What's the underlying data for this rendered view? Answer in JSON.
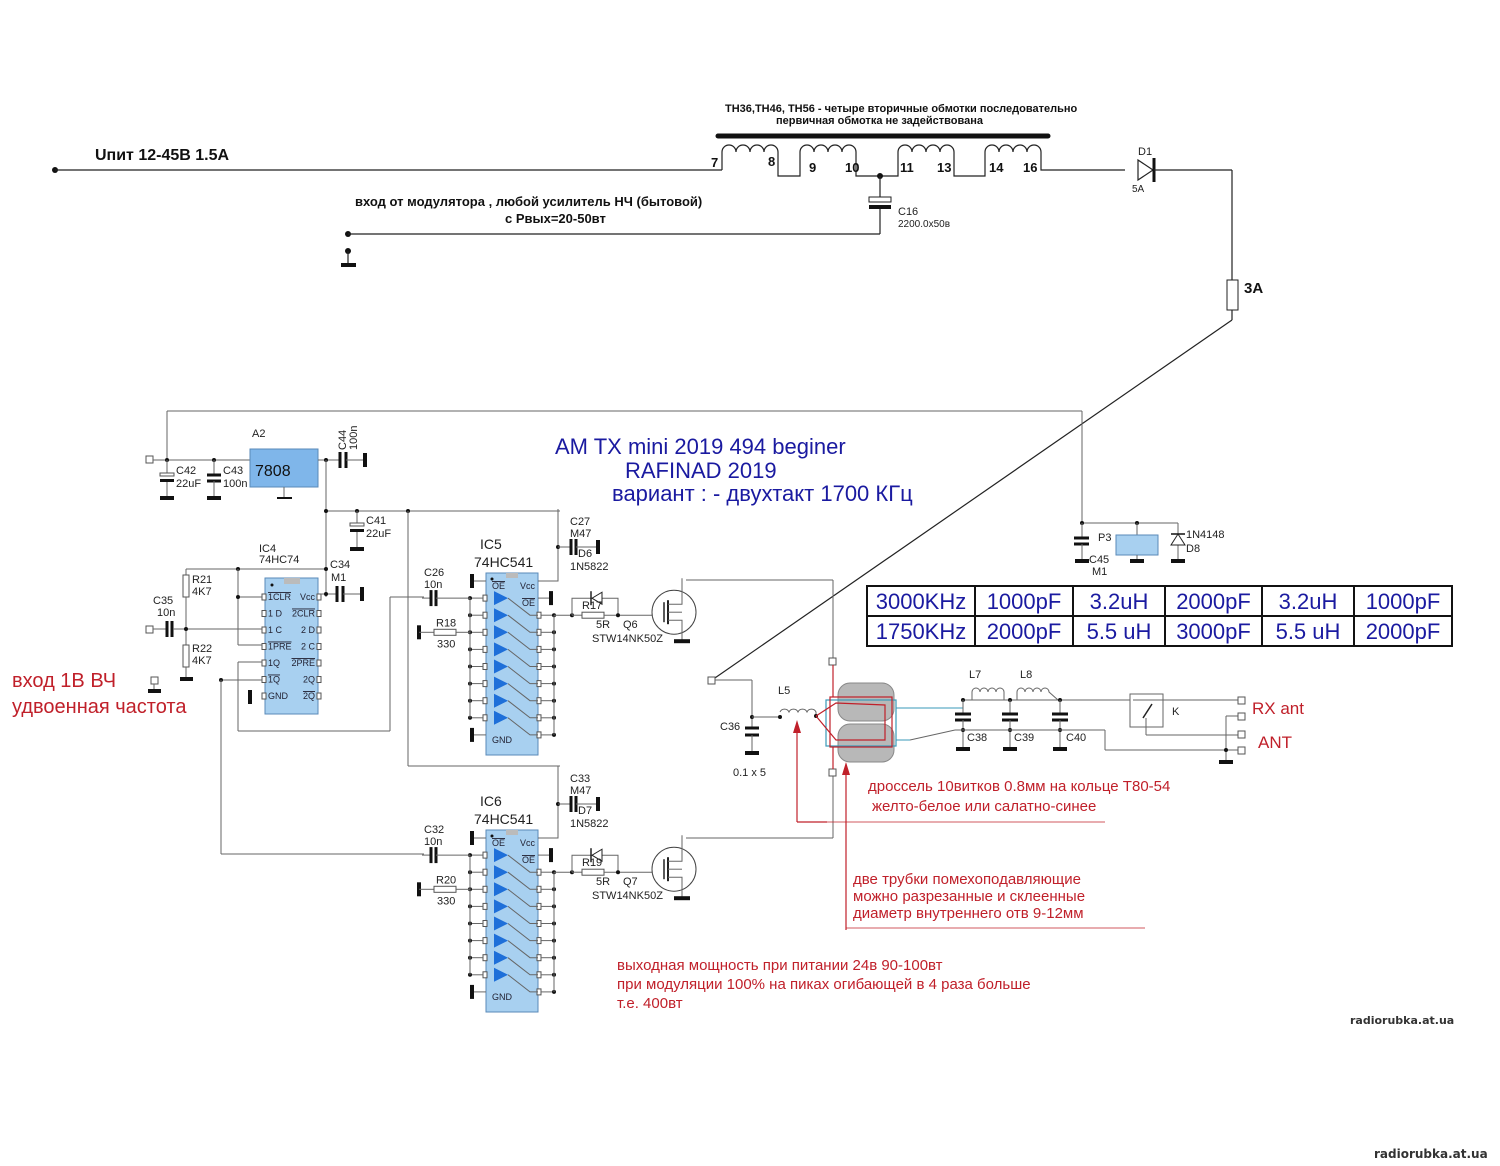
{
  "top": {
    "supply_label": "Uпит 12-45В  1.5A",
    "transformer_note_line1": "ТН36,ТН46, ТН56 - четыре вторичные обмотки последовательно",
    "transformer_note_line2": "первичная обмотка не задействована",
    "winding_pins": [
      "7",
      "8",
      "9",
      "10",
      "11",
      "13",
      "14",
      "16"
    ],
    "modulator_line1": "вход от модулятора , любой усилитель НЧ (бытовой)",
    "modulator_line2": "с Рвых=20-50вт",
    "c16_name": "C16",
    "c16_value": "2200.0x50в",
    "d1_name": "D1",
    "d1_value": "5A",
    "fuse_label": "3A"
  },
  "title": {
    "line1": "AM TX mini 2019 494 beginer",
    "line2": "RAFINAD 2019",
    "line3": "вариант : - двухтакт  1700 КГц"
  },
  "regulator": {
    "name": "A2",
    "part": "7808",
    "c42": "C42",
    "c42v": "22uF",
    "c43": "C43",
    "c43v": "100n",
    "c44": "C44",
    "c44v": "100n",
    "c41": "C41",
    "c41v": "22uF"
  },
  "ic4": {
    "name": "IC4",
    "part": "74HC74",
    "pins_left": [
      "1CLR",
      "1 D",
      "1 C",
      "1PRE",
      "1Q",
      "1Q",
      "GND"
    ],
    "pins_right": [
      "Vcc",
      "2CLR",
      "2 D",
      "2 C",
      "2PRE",
      "2Q",
      "2Q"
    ],
    "r21": "R21",
    "r21v": "4K7",
    "r22": "R22",
    "r22v": "4K7",
    "c35": "C35",
    "c35v": "10n",
    "c34": "C34",
    "c34v": "M1"
  },
  "input_label_line1": "вход 1В ВЧ",
  "input_label_line2": "удвоенная частота",
  "ic5": {
    "name": "IC5",
    "part": "74HC541",
    "oe": "OE",
    "vcc": "Vcc",
    "gnd": "GND",
    "c26": "C26",
    "c26v": "10n",
    "r18": "R18",
    "r18v": "330",
    "c27": "C27",
    "c27v": "M47",
    "d6": "D6",
    "d6v": "1N5822",
    "r17": "R17",
    "r17v": "5R",
    "q6": "Q6",
    "q6v": "STW14NK50Z"
  },
  "ic6": {
    "name": "IC6",
    "part": "74HC541",
    "oe": "OE",
    "vcc": "Vcc",
    "gnd": "GND",
    "c32": "C32",
    "c32v": "10n",
    "r20": "R20",
    "r20v": "330",
    "c33": "C33",
    "c33v": "M47",
    "d7": "D7",
    "d7v": "1N5822",
    "r19": "R19",
    "r19v": "5R",
    "q7": "Q7",
    "q7v": "STW14NK50Z"
  },
  "relay": {
    "p3": "P3",
    "c45": "C45",
    "c45v": "M1",
    "d8": "D8",
    "d8v": "1N4148",
    "k": "K"
  },
  "output": {
    "c36": "C36",
    "c36v": "0.1 x 5",
    "l5": "L5",
    "l7": "L7",
    "l8": "L8",
    "c38": "C38",
    "c39": "C39",
    "c40": "C40",
    "rx_ant": "RX ant",
    "ant": "ANT"
  },
  "table": {
    "rows": [
      [
        "3000KHz",
        "1000pF",
        "3.2uH",
        "2000pF",
        "3.2uH",
        "1000pF"
      ],
      [
        "1750KHz",
        "2000pF",
        "5.5 uH",
        "3000pF",
        "5.5 uH",
        "2000pF"
      ]
    ]
  },
  "notes": {
    "choke_line1": "дроссель 10витков 0.8мм на кольце Т80-54",
    "choke_line2": "желто-белое или салатно-синее",
    "tubes_line1": "две трубки помехоподавляющие",
    "tubes_line2": "можно разрезанные и склеенные",
    "tubes_line3": "диаметр внутреннего отв 9-12мм",
    "power_line1": "выходная мощность при питании 24в  90-100вт",
    "power_line2": "при модуляции 100% на пиках огибающей в 4 раза больше",
    "power_line3": "т.е. 400вт"
  },
  "watermark": "radiorubka.at.ua",
  "colors": {
    "title_blue": "#1a1aa0",
    "note_red": "#c0202a",
    "chip_fill": "#a8d0f0"
  }
}
